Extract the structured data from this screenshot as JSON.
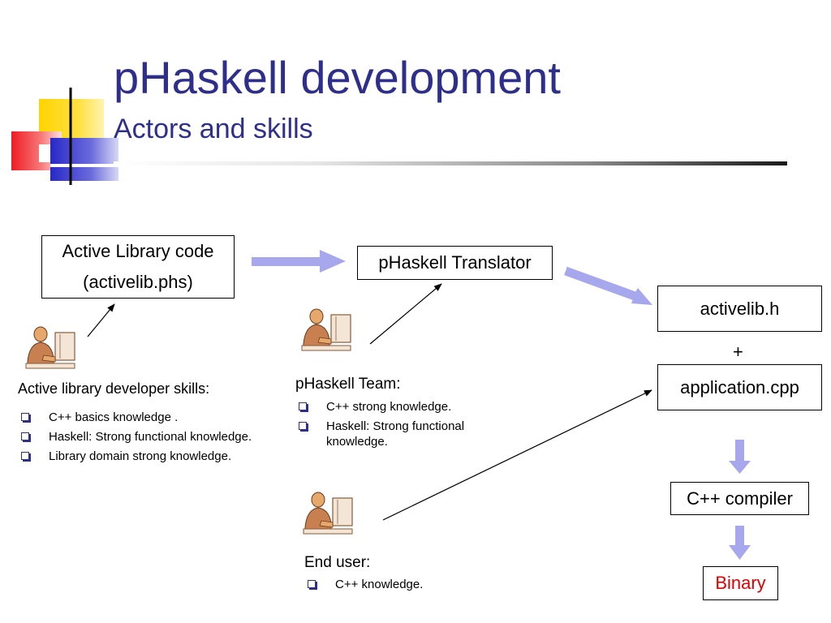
{
  "slide": {
    "title": "pHaskell development",
    "subtitle": "Actors and skills"
  },
  "diagram": {
    "active_library_box": {
      "line1": "Active Library code",
      "line2": "(activelib.phs)"
    },
    "translator_box": "pHaskell Translator",
    "activelib_h_box": "activelib.h",
    "plus": "+",
    "application_box": "application.cpp",
    "compiler_box": "C++ compiler",
    "binary_box": "Binary"
  },
  "actors": {
    "library_developer": {
      "heading": "Active library developer skills:",
      "skills": [
        "C++ basics knowledge .",
        "Haskell: Strong functional knowledge.",
        "Library domain strong knowledge."
      ]
    },
    "phaskell_team": {
      "heading": "pHaskell Team:",
      "skills": [
        "C++ strong knowledge.",
        "Haskell: Strong functional knowledge."
      ]
    },
    "end_user": {
      "heading": "End user:",
      "skills": [
        "C++ knowledge."
      ]
    }
  },
  "colors": {
    "title": "#2e2e8c",
    "flow_arrow": "#a7a7ee",
    "binary_text": "#e00000",
    "bullet": "#2e2e8c"
  },
  "icons": {
    "corner_decoration": "colored-squares-logo",
    "actor": "person-at-computer-icon",
    "bullet": "hollow-square-bullet-icon"
  }
}
